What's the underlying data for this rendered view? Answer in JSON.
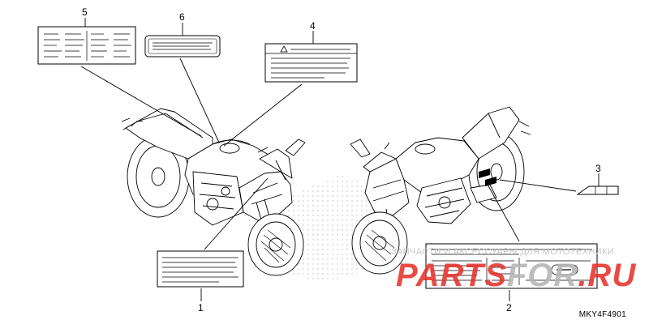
{
  "diagram": {
    "callouts": [
      "1",
      "2",
      "3",
      "4",
      "5",
      "6"
    ],
    "part_code": "MKY4F4901"
  },
  "watermark": {
    "caption": "ЗАПЧАСТИ И АКСЕССУАРЫ ДЛЯ МОТОТЕХНИКИ",
    "logo_a": "PARTS",
    "logo_b": "FOR",
    "logo_c": ".RU",
    "color_red": "#e8322c",
    "color_grey": "#b5b5b5"
  },
  "colors": {
    "line": "#000000",
    "dots": "#b8b8b8"
  }
}
